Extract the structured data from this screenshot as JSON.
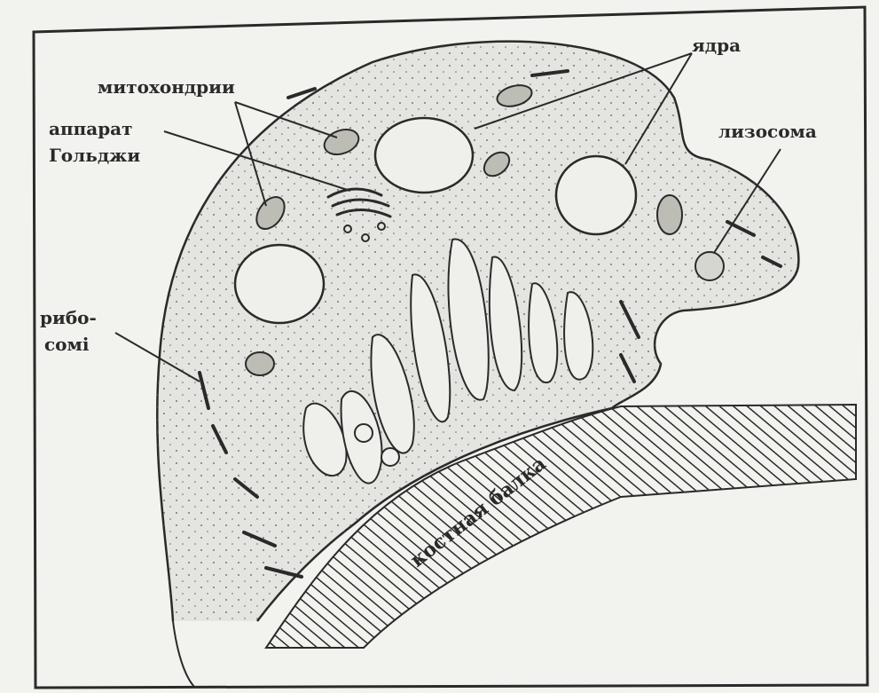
{
  "labels": {
    "mitochondria": "митохондрии",
    "nuclei": "ядра",
    "golgi_line1": "аппарат",
    "golgi_line2": "Гольджи",
    "lysosome": "лизосома",
    "ribosomes_line1": "рибо-",
    "ribosomes_line2": "сомі",
    "bone": "костная балка"
  },
  "colors": {
    "background": "#f2f2ef",
    "ink": "#2a2a2a",
    "cytoplasm": "#e4e4e0"
  }
}
